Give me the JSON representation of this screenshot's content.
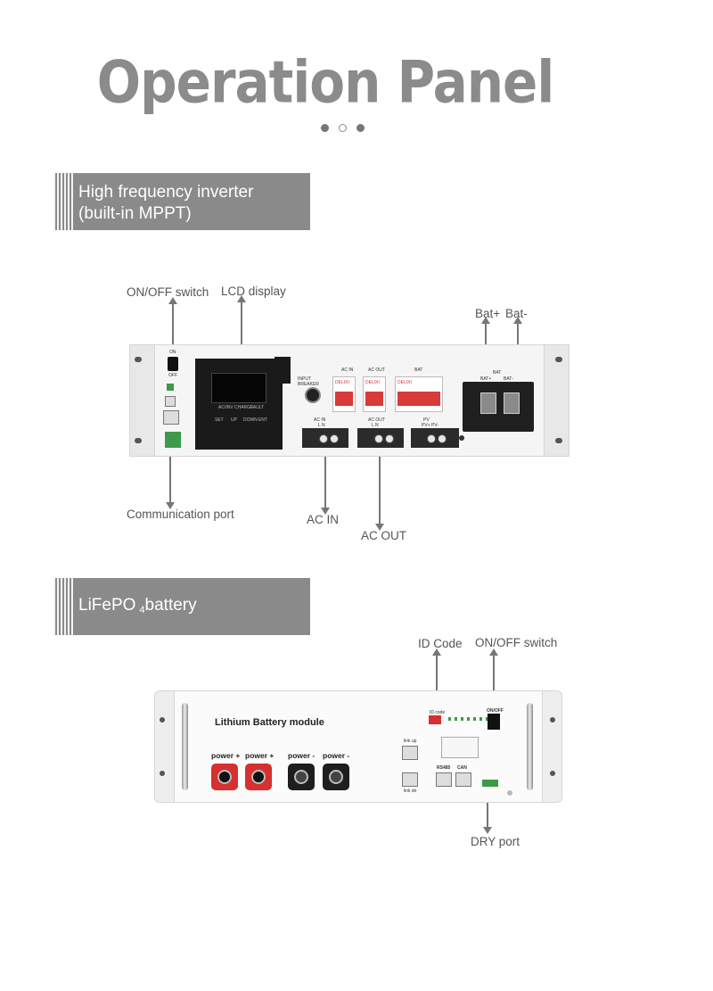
{
  "header": {
    "title": "Operation Panel"
  },
  "section_inverter": {
    "title_line1": "High frequency inverter",
    "title_line2": "(built-in MPPT)",
    "callouts": {
      "onoff": "ON/OFF switch",
      "lcd": "LCD display",
      "batplus": "Bat+",
      "batminus": "Bat-",
      "comm": "Communication port",
      "acin": "AC IN",
      "acout": "AC OUT"
    },
    "device": {
      "on": "ON",
      "off": "OFF",
      "lcd_leds": [
        "AC/INV",
        "CHARGE",
        "FAULT"
      ],
      "lcd_keys": [
        "SET",
        "UP",
        "DOWN",
        "ENT"
      ],
      "input_breaker": "INPUT BREAKER",
      "breaker_labels": [
        "AC IN",
        "AC OUT",
        "BAT"
      ],
      "breaker_brand": "DELIXI",
      "terminal_labels": [
        "AC IN",
        "AC OUT",
        "PV"
      ],
      "terminal_sub": [
        "L   N",
        "L   N",
        "PV+ PV-"
      ],
      "bat_labels": [
        "BAT",
        "BAT+",
        "BAT-"
      ]
    }
  },
  "section_battery": {
    "title": "LiFePO",
    "title_sub": "4",
    "title_tail": "battery",
    "callouts": {
      "idcode": "ID Code",
      "onoff": "ON/OFF switch",
      "dry": "DRY port"
    },
    "device": {
      "module_name": "Lithium Battery module",
      "power_labels": [
        "power +",
        "power +",
        "power -",
        "power -"
      ],
      "link_up": "link up",
      "link_dn": "link dn",
      "rs485": "RS485",
      "can": "CAN",
      "id_code": "ID code",
      "onoff": "ON/OFF"
    }
  },
  "colors": {
    "banner": "#8a8a8a",
    "title": "#8b8b8b",
    "power_pos": "#d63030",
    "power_neg": "#1e1e1e"
  }
}
